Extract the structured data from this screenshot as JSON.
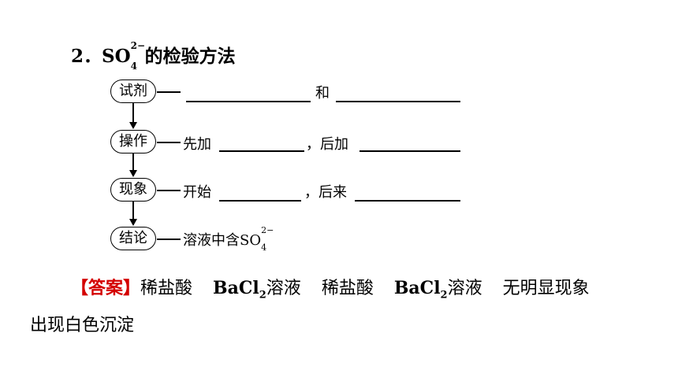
{
  "title": {
    "number": "2．",
    "ion_base": "SO",
    "ion_sub": "4",
    "ion_sup": "2−",
    "rest": "的检验方法"
  },
  "flow": {
    "steps": [
      {
        "label": "试剂",
        "text_a": "",
        "mid": "和",
        "text_b": ""
      },
      {
        "label": "操作",
        "text_a": "先加",
        "mid": "，后加",
        "text_b": ""
      },
      {
        "label": "现象",
        "text_a": "开始",
        "mid": "，后来",
        "text_b": ""
      },
      {
        "label": "结论",
        "text_a": "溶液中含SO",
        "ion_sub": "4",
        "ion_sup": "2−"
      }
    ]
  },
  "answer": {
    "tag": "【答案】",
    "item1": "稀盐酸",
    "item2_base": "BaCl",
    "item2_sub": "2",
    "item2_rest": "溶液",
    "item3": "稀盐酸",
    "item4_base": "BaCl",
    "item4_sub": "2",
    "item4_rest": "溶液",
    "item5": "无明显现象",
    "line2": "出现白色沉淀"
  }
}
